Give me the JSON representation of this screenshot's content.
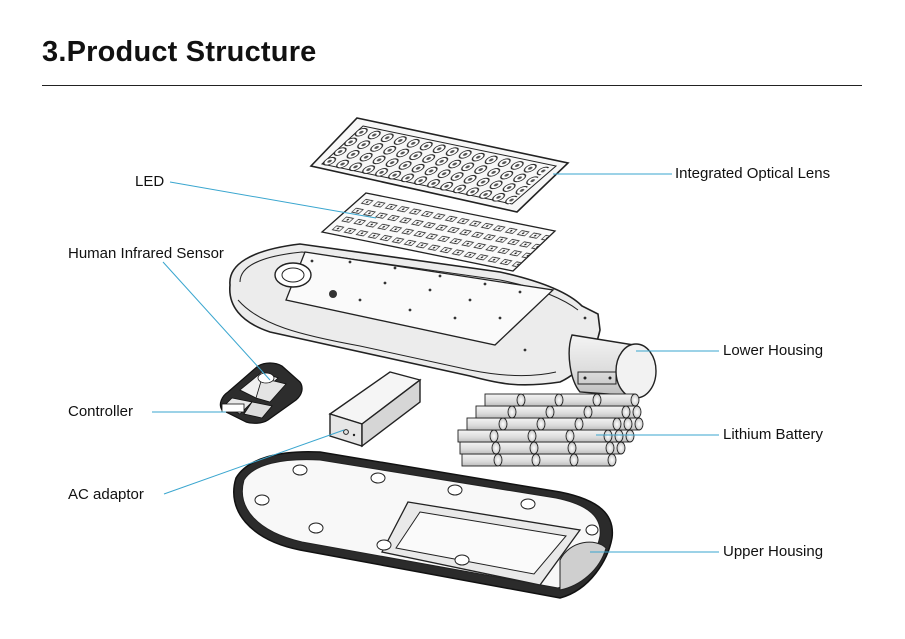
{
  "page": {
    "title": "3.Product Structure"
  },
  "labels": {
    "lens": "Integrated Optical Lens",
    "led": "LED",
    "sensor": "Human Infrared Sensor",
    "lower_housing": "Lower Housing",
    "controller": "Controller",
    "battery": "Lithium Battery",
    "ac_adaptor": "AC adaptor",
    "upper_housing": "Upper Housing"
  },
  "colors": {
    "leader_line": "#3aa6cf",
    "outline": "#222222",
    "shade": "#d9d9d9"
  }
}
